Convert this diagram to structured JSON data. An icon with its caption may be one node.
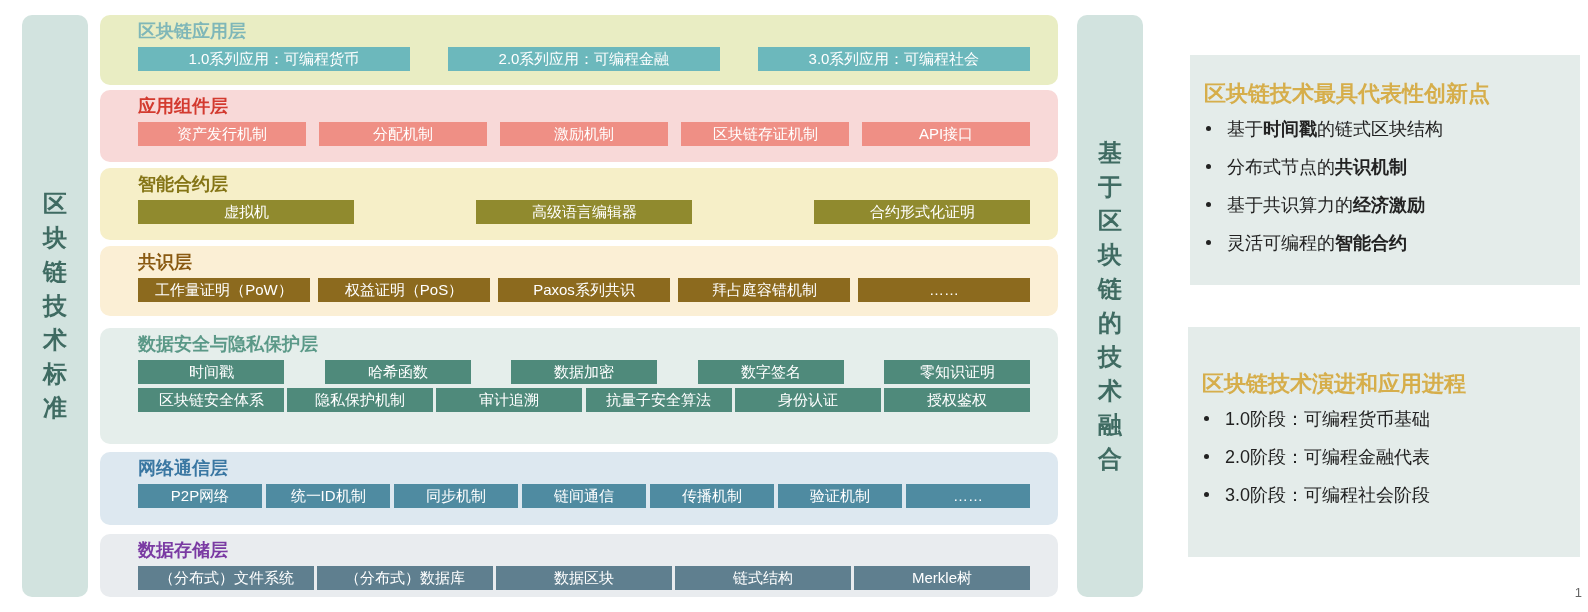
{
  "diagram": {
    "nodes": [
      {
        "text": [
          "区块链技术标准"
        ]
      },
      {
        "text": [
          "区块链应用层"
        ]
      },
      {
        "text": [
          "1.0系列应用：可编程货币"
        ],
        "in": 1
      },
      {
        "text": [
          "2.0系列应用：可编程金融"
        ],
        "in": 1
      },
      {
        "text": [
          "3.0系列应用：可编程社会"
        ],
        "in": 1
      },
      {
        "text": [
          "应用组件层"
        ]
      },
      {
        "text": [
          "资产发行机制"
        ],
        "in": 5
      },
      {
        "text": [
          "分配机制"
        ],
        "in": 5
      },
      {
        "text": [
          "激励机制"
        ],
        "in": 5
      },
      {
        "text": [
          "区块链存证机制"
        ],
        "in": 5
      },
      {
        "text": [
          "API接口"
        ],
        "in": 5
      },
      {
        "text": [
          "智能合约层"
        ]
      },
      {
        "text": [
          "虚拟机"
        ],
        "in": 11
      },
      {
        "text": [
          "高级语言编辑器"
        ],
        "in": 11
      },
      {
        "text": [
          "合约形式化证明"
        ],
        "in": 11
      },
      {
        "text": [
          "共识层"
        ]
      },
      {
        "text": [
          "工作量证明（PoW）"
        ],
        "in": 15
      },
      {
        "text": [
          "权益证明（PoS）"
        ],
        "in": 15
      },
      {
        "text": [
          "Paxos系列共识"
        ],
        "in": 15
      },
      {
        "text": [
          "拜占庭容错机制"
        ],
        "in": 15
      },
      {
        "text": [
          "……"
        ],
        "in": 15
      },
      {
        "text": [
          "数据安全与隐私保护层"
        ]
      },
      {
        "text": [
          "时间戳"
        ],
        "in": 21
      },
      {
        "text": [
          "哈希函数"
        ],
        "in": 21
      },
      {
        "text": [
          "数据加密"
        ],
        "in": 21
      },
      {
        "text": [
          "数字签名"
        ],
        "in": 21
      },
      {
        "text": [
          "零知识证明"
        ],
        "in": 21
      },
      {
        "text": [
          "区块链安全体系"
        ],
        "in": 21
      },
      {
        "text": [
          "隐私保护机制"
        ],
        "in": 21
      },
      {
        "text": [
          "审计追溯"
        ],
        "in": 21
      },
      {
        "text": [
          "抗量子安全算法"
        ],
        "in": 21
      },
      {
        "text": [
          "身份认证"
        ],
        "in": 21
      },
      {
        "text": [
          "授权鉴权"
        ],
        "in": 21
      },
      {
        "text": [
          "网络通信层"
        ]
      },
      {
        "text": [
          "P2P网络"
        ],
        "in": 33
      },
      {
        "text": [
          "统一ID机制"
        ],
        "in": 33
      },
      {
        "text": [
          "同步机制"
        ],
        "in": 33
      },
      {
        "text": [
          "链间通信"
        ],
        "in": 33
      },
      {
        "text": [
          "传播机制"
        ],
        "in": 33
      },
      {
        "text": [
          "验证机制"
        ],
        "in": 33
      },
      {
        "text": [
          "……"
        ],
        "in": 33
      },
      {
        "text": [
          "数据存储层"
        ]
      },
      {
        "text": [
          "（分布式）文件系统"
        ],
        "in": 41
      },
      {
        "text": [
          "（分布式）数据库"
        ],
        "in": 41
      },
      {
        "text": [
          "数据区块"
        ],
        "in": 41
      },
      {
        "text": [
          "链式结构"
        ],
        "in": 41
      },
      {
        "text": [
          "Merkle树"
        ],
        "in": 41
      },
      {
        "text": [
          "基于区块链的技术融合"
        ]
      },
      {
        "text": [
          "区块链技术最具代表性创新点",
          "基于**时间戳**的链式区块结构",
          "分布式节点的**共识机制**",
          "基于共识算力的**经济激励**",
          "灵活可编程的**智能合约**"
        ]
      },
      {
        "text": [
          "区块链技术演进和应用进程",
          "1.0阶段：可编程货币基础",
          "2.0阶段：可编程金融代表",
          "3.0阶段：可编程社会阶段"
        ]
      }
    ],
    "edges": [],
    "labels": [
      "1"
    ]
  }
}
